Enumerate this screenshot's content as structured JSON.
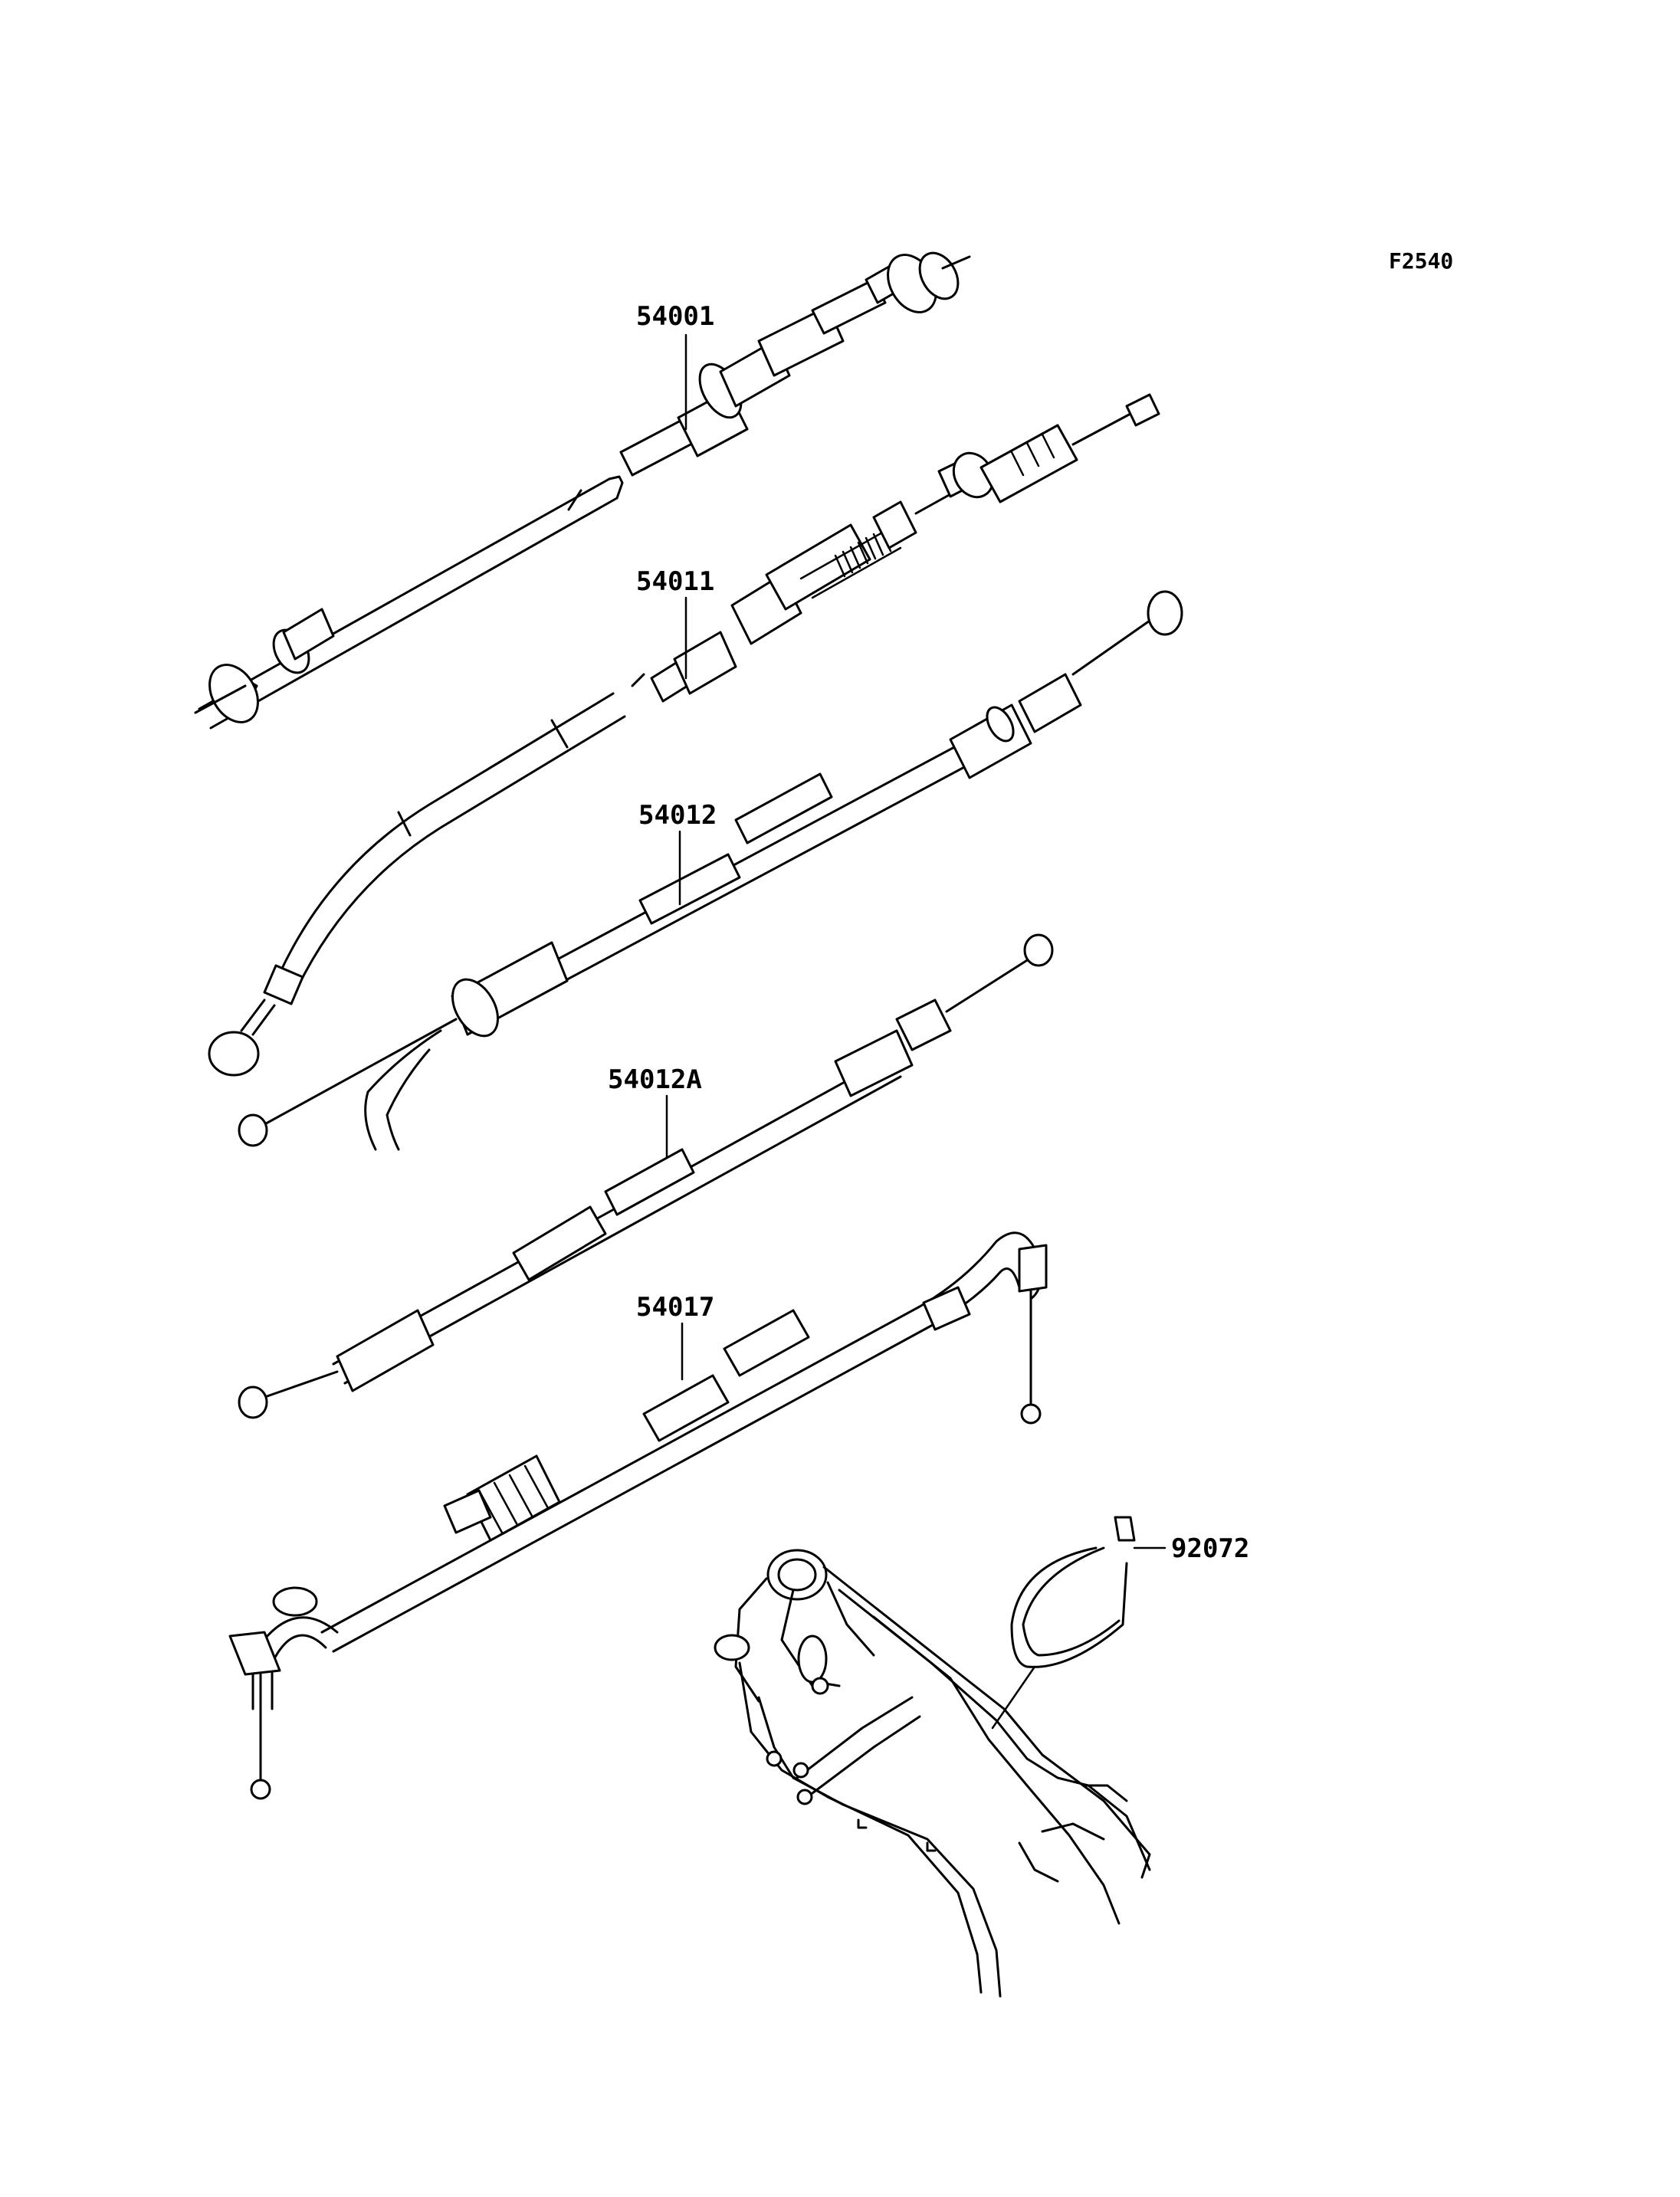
{
  "figure_code": "F2540",
  "parts": [
    {
      "id": "speedometer-cable",
      "number": "54001"
    },
    {
      "id": "tachometer-cable",
      "number": "54011"
    },
    {
      "id": "throttle-cable-1",
      "number": "54012"
    },
    {
      "id": "throttle-cable-2",
      "number": "54012A"
    },
    {
      "id": "clutch-cable",
      "number": "54017"
    },
    {
      "id": "cable-tie",
      "number": "92072"
    }
  ]
}
